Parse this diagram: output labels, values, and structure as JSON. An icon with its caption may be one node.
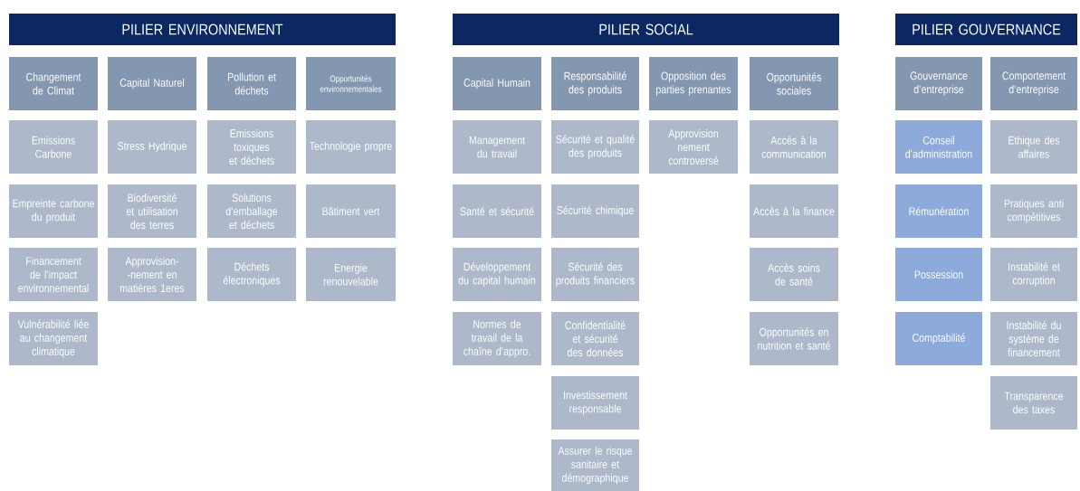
{
  "diagram": {
    "nodes": [
      {
        "text": [
          "PILIER ENVIRONNEMENT"
        ]
      },
      {
        "text": [
          "Changement de Climat"
        ]
      },
      {
        "text": [
          "Capital Naturel"
        ]
      },
      {
        "text": [
          "Pollution et déchets"
        ]
      },
      {
        "text": [
          "Opportunités environnementales"
        ]
      },
      {
        "text": [
          "Emissions Carbone"
        ]
      },
      {
        "text": [
          "Stress Hydrique"
        ]
      },
      {
        "text": [
          "Emissions toxiques et déchets"
        ]
      },
      {
        "text": [
          "Technologie propre"
        ]
      },
      {
        "text": [
          "Empreinte carbone du produit"
        ]
      },
      {
        "text": [
          "Biodiversité et utilisation des terres"
        ]
      },
      {
        "text": [
          "Solutions d'emballage et déchets"
        ]
      },
      {
        "text": [
          "Bâtiment vert"
        ]
      },
      {
        "text": [
          "Financement de l'impact environnemental"
        ]
      },
      {
        "text": [
          "Approvision- -nement en matières 1eres"
        ]
      },
      {
        "text": [
          "Déchets électroniques"
        ]
      },
      {
        "text": [
          "Energie renouvelable"
        ]
      },
      {
        "text": [
          "Vulnérabilité liée au changement climatique"
        ]
      },
      {
        "text": [
          "PILIER SOCIAL"
        ]
      },
      {
        "text": [
          "Capital Humain"
        ]
      },
      {
        "text": [
          "Responsabilité des produits"
        ]
      },
      {
        "text": [
          "Opposition des parties prenantes"
        ]
      },
      {
        "text": [
          "Opportunités sociales"
        ]
      },
      {
        "text": [
          "Management du travail"
        ]
      },
      {
        "text": [
          "Sécurité et qualité des produits"
        ]
      },
      {
        "text": [
          "Approvision nement controversé"
        ]
      },
      {
        "text": [
          "Accès à la communication"
        ]
      },
      {
        "text": [
          "Santé et sécurité"
        ]
      },
      {
        "text": [
          "Sécurité chimique"
        ]
      },
      {
        "text": [
          "Accès à la finance"
        ]
      },
      {
        "text": [
          "Développement du capital humain"
        ]
      },
      {
        "text": [
          "Sécurité des produits financiers"
        ]
      },
      {
        "text": [
          "Accès soins de santé"
        ]
      },
      {
        "text": [
          "Normes de travail de la chaîne d'appro."
        ]
      },
      {
        "text": [
          "Confidentialité et sécurité des données"
        ]
      },
      {
        "text": [
          "Opportunités en nutrition et santé"
        ]
      },
      {
        "text": [
          "Investissement responsable"
        ]
      },
      {
        "text": [
          "Assurer le risque sanitaire et démographique"
        ]
      },
      {
        "text": [
          "PILIER GOUVERNANCE"
        ]
      },
      {
        "text": [
          "Gouvernance d'entreprise"
        ]
      },
      {
        "text": [
          "Comportement d'entreprise"
        ]
      },
      {
        "text": [
          "Conseil d'administration"
        ]
      },
      {
        "text": [
          "Ethique des affaires"
        ]
      },
      {
        "text": [
          "Rémunération"
        ]
      },
      {
        "text": [
          "Pratiques anti compétitives"
        ]
      },
      {
        "text": [
          "Possession"
        ]
      },
      {
        "text": [
          "Instabilité et corruption"
        ]
      },
      {
        "text": [
          "Comptabilité"
        ]
      },
      {
        "text": [
          "Instabilité du système de financement"
        ]
      },
      {
        "text": [
          "Transparence des taxes"
        ]
      }
    ]
  }
}
